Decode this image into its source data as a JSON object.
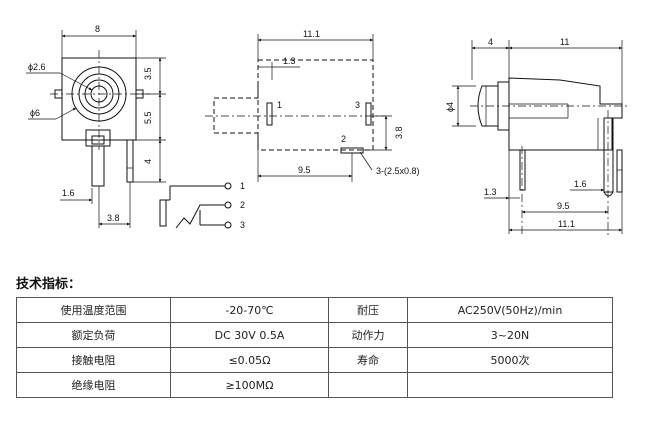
{
  "front_view": {
    "dim_width": "8",
    "dim_hole_small": "ϕ2.6",
    "dim_hole_large": "ϕ6",
    "dim_upper": "3.5",
    "dim_middle": "5.5",
    "dim_pin": "4",
    "dim_pin_offset": "1.6",
    "dim_pin_pitch": "3.8"
  },
  "schematic": {
    "pin_labels": [
      "1",
      "2",
      "3"
    ]
  },
  "top_view": {
    "dim_total": "11.1",
    "dim_offset": "1.3",
    "dim_pin_vertical": "3.8",
    "dim_pin_horizontal": "9.5",
    "pin_labels": [
      "1",
      "3",
      "2"
    ],
    "pin_size_note": "3-(2.5x0.8)"
  },
  "side_view": {
    "dim_nose": "4",
    "dim_body": "11",
    "dim_diameter": "ϕ4",
    "dim_left_offset": "1.3",
    "dim_right_offset": "1.6",
    "dim_pin_span": "9.5",
    "dim_total": "11.1"
  },
  "spec": {
    "heading": "技术指标：",
    "rows": [
      [
        "使用温度范围",
        "-20-70℃",
        "耐压",
        "AC250V(50Hz)/min"
      ],
      [
        "额定负荷",
        "DC 30V 0.5A",
        "动作力",
        "3~20N"
      ],
      [
        "接触电阻",
        "≤0.05Ω",
        "寿命",
        "5000次"
      ],
      [
        "绝缘电阻",
        "≥100MΩ",
        "",
        ""
      ]
    ]
  }
}
